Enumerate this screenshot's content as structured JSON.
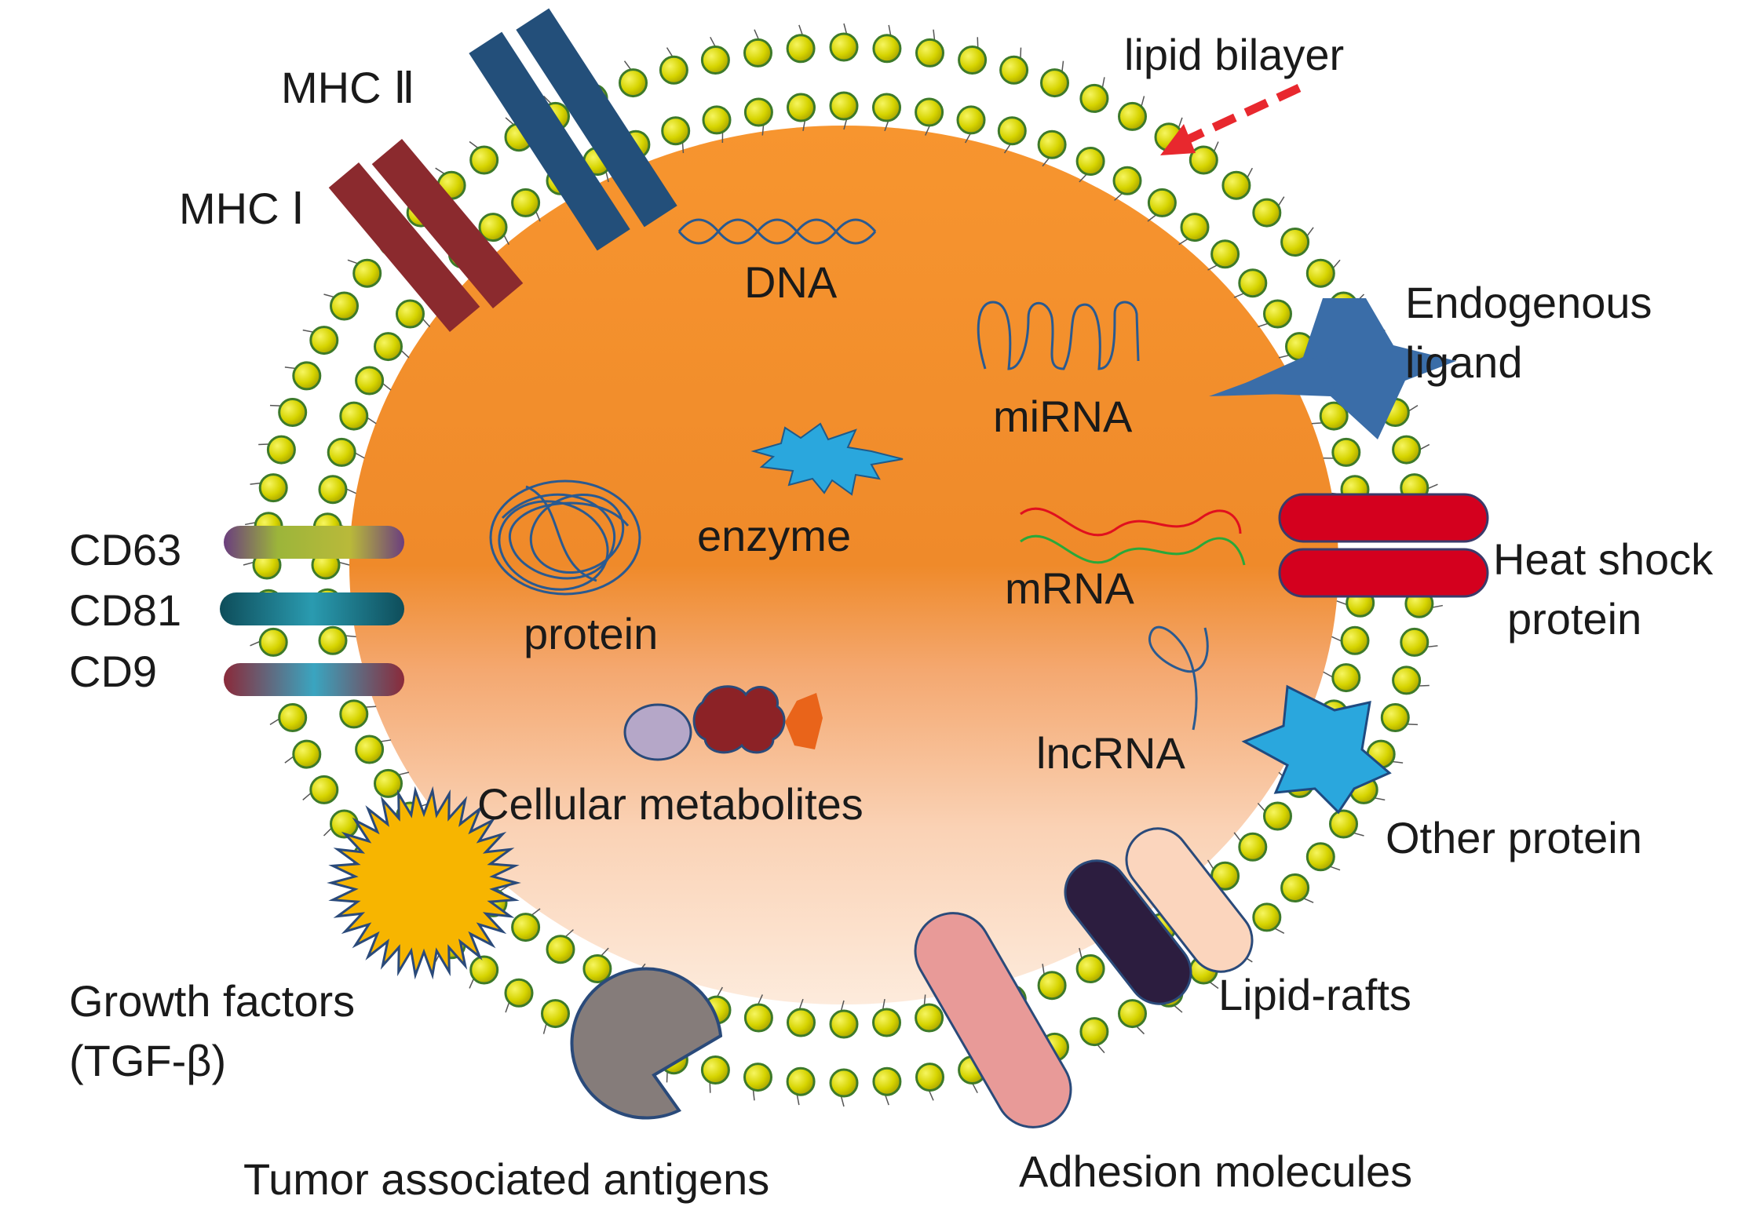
{
  "labels": {
    "lipid_bilayer": "lipid bilayer",
    "mhc2": "MHC Ⅱ",
    "mhc1": "MHC Ⅰ",
    "dna": "DNA",
    "endogenous_line1": "Endogenous",
    "endogenous_line2": "ligand",
    "mirna": "miRNA",
    "enzyme": "enzyme",
    "mrna": "mRNA",
    "protein": "protein",
    "heat_shock_line1": "Heat shock",
    "heat_shock_line2": "protein",
    "cd63": "CD63",
    "cd81": "CD81",
    "cd9": "CD9",
    "lncrna": "lncRNA",
    "cellular_metabolites": "Cellular metabolites",
    "other_protein": "Other protein",
    "lipid_rafts": "Lipid-rafts",
    "growth_factors_line1": "Growth factors",
    "growth_factors_line2": "(TGF-β)",
    "tumor_antigens": "Tumor associated antigens",
    "adhesion": "Adhesion molecules"
  },
  "colors": {
    "lipid_head": "#d6d400",
    "lipid_outline": "#3d7a2a",
    "core_orange": "#f28a2e",
    "core_light": "#fde9d8",
    "mhc2": "#234f7a",
    "mhc1": "#8b2a2e",
    "heat_shock": "#d4001e",
    "arrow": "#e8282e",
    "enzyme": "#2aa7dd",
    "other_protein": "#2aa7dd",
    "star": "#3a6da8",
    "growth_factor": "#f7b500",
    "tumor_antigen": "#857c7a",
    "adhesion": "#e89a98",
    "raft_dark": "#2c1d3f",
    "raft_light": "#fbd5bd",
    "metab_lavender": "#b5a7c8",
    "metab_maroon": "#8c2226",
    "metab_orange": "#e9641a",
    "mrna_red": "#e0101e",
    "mrna_green": "#29a83a",
    "strand": "#2a5a90"
  }
}
